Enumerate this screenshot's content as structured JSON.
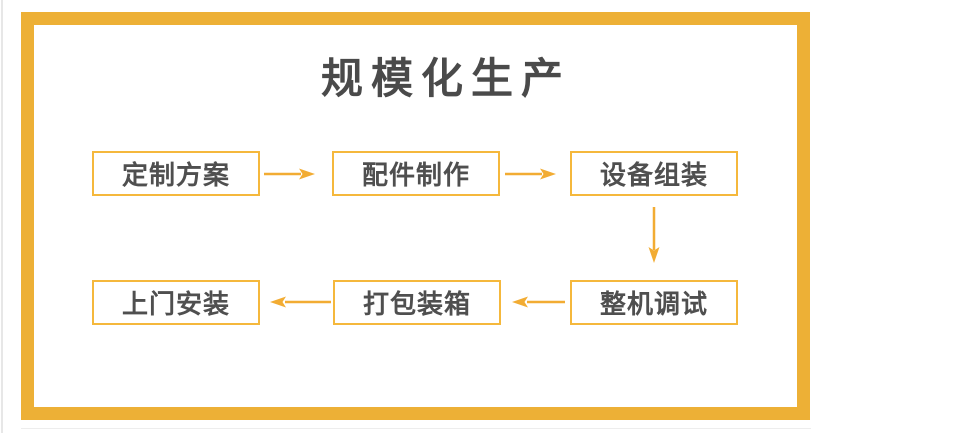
{
  "title": "规模化生产",
  "flow": {
    "steps": [
      {
        "id": "step-1",
        "label": "定制方案"
      },
      {
        "id": "step-2",
        "label": "配件制作"
      },
      {
        "id": "step-3",
        "label": "设备组装"
      },
      {
        "id": "step-4",
        "label": "整机调试"
      },
      {
        "id": "step-5",
        "label": "打包装箱"
      },
      {
        "id": "step-6",
        "label": "上门安装"
      }
    ],
    "connections": [
      {
        "from": "定制方案",
        "to": "配件制作",
        "direction": "right"
      },
      {
        "from": "配件制作",
        "to": "设备组装",
        "direction": "right"
      },
      {
        "from": "设备组装",
        "to": "整机调试",
        "direction": "down"
      },
      {
        "from": "整机调试",
        "to": "打包装箱",
        "direction": "left"
      },
      {
        "from": "打包装箱",
        "to": "上门安装",
        "direction": "left"
      }
    ]
  },
  "colors": {
    "frame": "#EDB036",
    "box_border": "#F5B83C",
    "arrow": "#F2AC33",
    "title_text": "#4A4A4A",
    "box_text": "#4F4F4F",
    "background": "#FFFFFF"
  }
}
